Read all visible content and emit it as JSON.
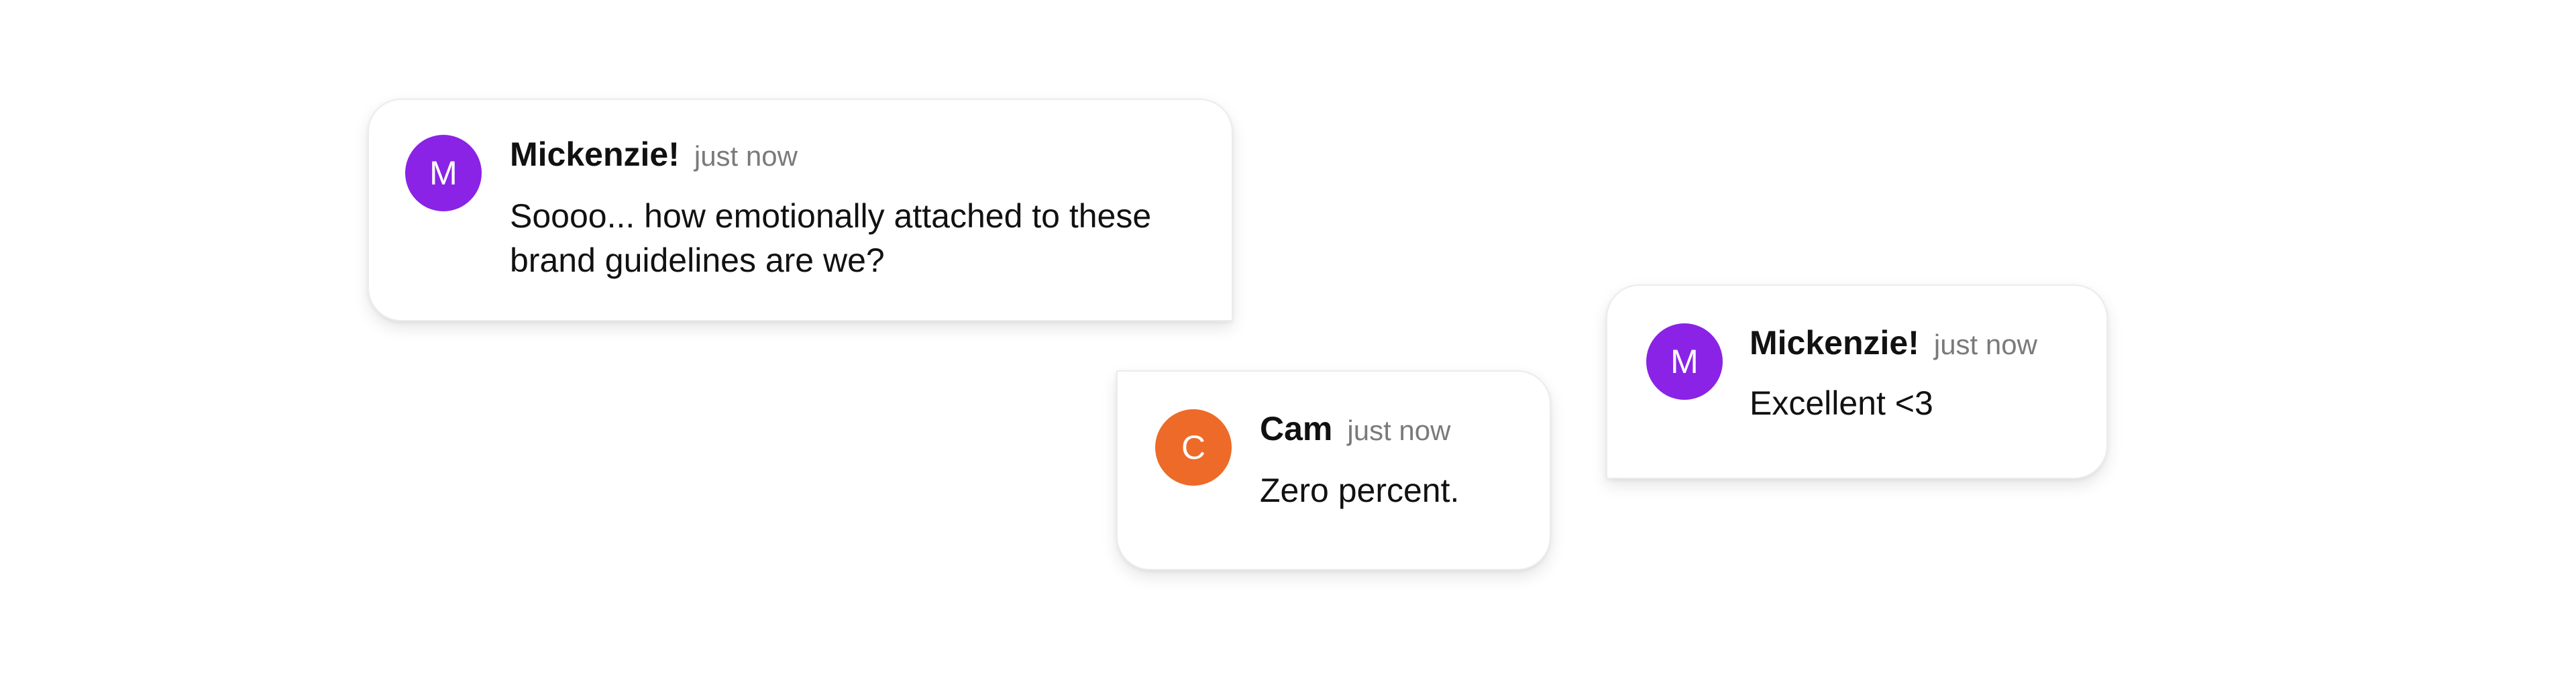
{
  "messages": [
    {
      "avatar_letter": "M",
      "avatar_color": "#8a23e6",
      "name": "Mickenzie!",
      "time": "just now",
      "lines": [
        "Soooo... how emotionally attached to these",
        "brand guidelines are we?"
      ]
    },
    {
      "avatar_letter": "C",
      "avatar_color": "#ee6a28",
      "name": "Cam",
      "time": "just now",
      "lines": [
        "Zero percent."
      ]
    },
    {
      "avatar_letter": "M",
      "avatar_color": "#8a23e6",
      "name": "Mickenzie!",
      "time": "just now",
      "lines": [
        "Excellent <3"
      ]
    }
  ]
}
